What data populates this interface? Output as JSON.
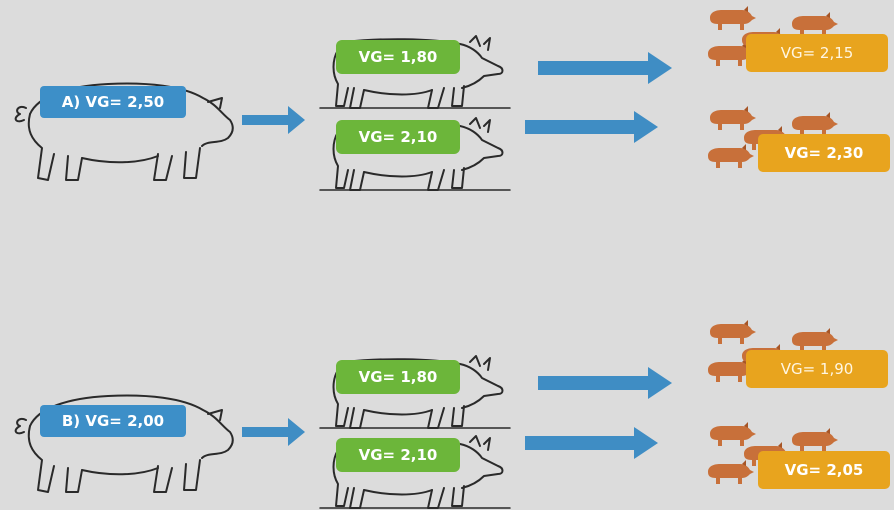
{
  "groups": [
    {
      "sire_label": "A) VG= 2,50",
      "boars": [
        "VG= 1,80",
        "VG= 2,10"
      ],
      "offspring": [
        "VG= 2,15",
        "VG= 2,30"
      ]
    },
    {
      "sire_label": "B) VG= 2,00",
      "boars": [
        "VG= 1,80",
        "VG= 2,10"
      ],
      "offspring": [
        "VG= 1,90",
        "VG= 2,05"
      ]
    }
  ],
  "colors": {
    "background": "#dcdcdc",
    "sire_label": "#3d8fc8",
    "boar_label": "#6cb63a",
    "offspring_label": "#e8a41e",
    "arrow": "#3f8dc4",
    "offspring_pig": "#c8703a",
    "outline": "#2a2a2a"
  },
  "icons": [
    "sire-pig-outline-icon",
    "boar-outline-icon",
    "piglet-group-icon",
    "right-arrow-icon"
  ]
}
